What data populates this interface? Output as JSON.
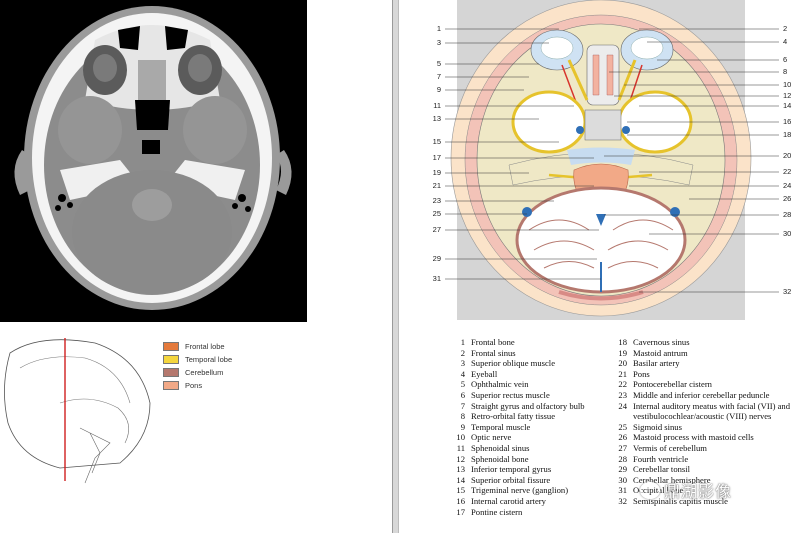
{
  "legend": [
    {
      "label": "Frontal lobe",
      "color": "#e47a3c"
    },
    {
      "label": "Temporal lobe",
      "color": "#f4d63e"
    },
    {
      "label": "Cerebellum",
      "color": "#b5786e"
    },
    {
      "label": "Pons",
      "color": "#f2a987"
    }
  ],
  "labels_left": [
    "1",
    "3",
    "5",
    "7",
    "9",
    "11",
    "13",
    "15",
    "17",
    "19",
    "21",
    "23",
    "25",
    "27",
    "29",
    "31"
  ],
  "labels_right": [
    "2",
    "4",
    "6",
    "8",
    "10",
    "12",
    "14",
    "16",
    "18",
    "20",
    "22",
    "24",
    "26",
    "28",
    "30",
    "32"
  ],
  "structures_col1": [
    {
      "n": "1",
      "t": "Frontal bone"
    },
    {
      "n": "2",
      "t": "Frontal sinus"
    },
    {
      "n": "3",
      "t": "Superior oblique muscle"
    },
    {
      "n": "4",
      "t": "Eyeball"
    },
    {
      "n": "5",
      "t": "Ophthalmic vein"
    },
    {
      "n": "6",
      "t": "Superior rectus muscle"
    },
    {
      "n": "7",
      "t": "Straight gyrus and olfactory bulb"
    },
    {
      "n": "8",
      "t": "Retro-orbital fatty tissue"
    },
    {
      "n": "9",
      "t": "Temporal muscle"
    },
    {
      "n": "10",
      "t": "Optic nerve"
    },
    {
      "n": "11",
      "t": "Sphenoidal sinus"
    },
    {
      "n": "12",
      "t": "Sphenoidal bone"
    },
    {
      "n": "13",
      "t": "Inferior temporal gyrus"
    },
    {
      "n": "14",
      "t": "Superior orbital fissure"
    },
    {
      "n": "15",
      "t": "Trigeminal nerve (ganglion)"
    },
    {
      "n": "16",
      "t": "Internal carotid artery"
    },
    {
      "n": "17",
      "t": "Pontine cistern"
    }
  ],
  "structures_col2": [
    {
      "n": "18",
      "t": "Cavernous sinus"
    },
    {
      "n": "19",
      "t": "Mastoid antrum"
    },
    {
      "n": "20",
      "t": "Basilar artery"
    },
    {
      "n": "21",
      "t": "Pons"
    },
    {
      "n": "22",
      "t": "Pontocerebellar cistern"
    },
    {
      "n": "23",
      "t": "Middle and inferior cerebellar peduncle"
    },
    {
      "n": "24",
      "t": "Internal auditory meatus with facial (VII) and vestibulocochlear/acoustic (VIII) nerves"
    },
    {
      "n": "25",
      "t": "Sigmoid sinus"
    },
    {
      "n": "26",
      "t": "Mastoid process with mastoid cells"
    },
    {
      "n": "27",
      "t": "Vermis of cerebellum"
    },
    {
      "n": "28",
      "t": "Fourth ventricle"
    },
    {
      "n": "29",
      "t": "Cerebellar tonsil"
    },
    {
      "n": "30",
      "t": "Cerebellar hemisphere"
    },
    {
      "n": "31",
      "t": "Occipital bone"
    },
    {
      "n": "32",
      "t": "Semispinalis capitis muscle"
    }
  ],
  "watermark": {
    "text": "鼎湖影像"
  }
}
